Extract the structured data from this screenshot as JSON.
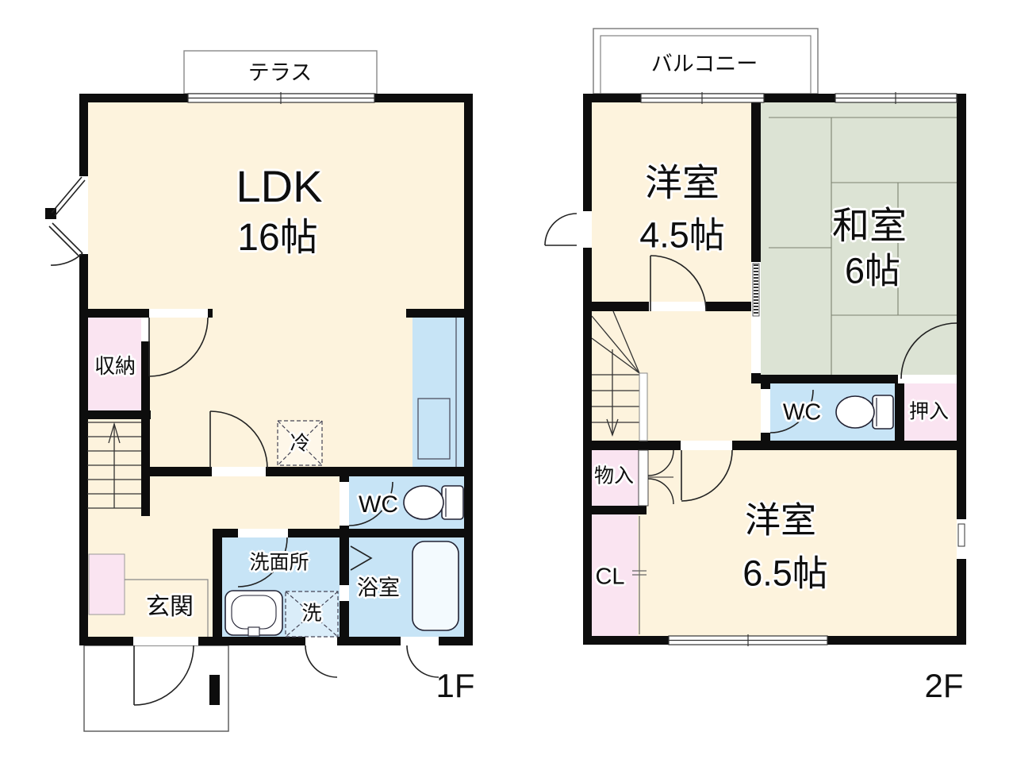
{
  "title": "2-story house floor plan",
  "colors": {
    "wall": "#0d0d0d",
    "room_cream": "#fdf3dd",
    "room_pink": "#fae4f1",
    "room_blue": "#c7e4f6",
    "room_tatami": "#dce3d4",
    "line": "#222222"
  },
  "floor1": {
    "floor_label": "1F",
    "terrace_label": "テラス",
    "ldk_name": "LDK",
    "ldk_size": "16帖",
    "storage_label": "収納",
    "entrance_label": "玄関",
    "washroom_label": "洗面所",
    "bath_label": "浴室",
    "wc_label": "WC",
    "fridge_label": "冷",
    "washer_label": "洗"
  },
  "floor2": {
    "floor_label": "2F",
    "balcony_label": "バルコニー",
    "western_room_1_name": "洋室",
    "western_room_1_size": "4.5帖",
    "japanese_room_name": "和室",
    "japanese_room_size": "6帖",
    "western_room_2_name": "洋室",
    "western_room_2_size": "6.5帖",
    "wc_label": "WC",
    "oshiire_label": "押入",
    "storage_label": "物入",
    "closet_label": "CL"
  }
}
